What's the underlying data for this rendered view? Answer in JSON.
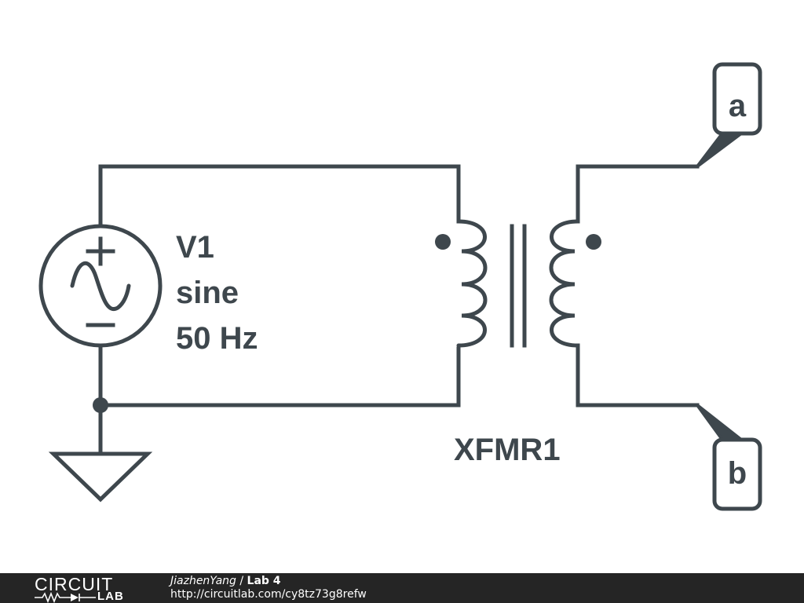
{
  "components": {
    "source": {
      "name": "V1",
      "type": "sine",
      "frequency": "50 Hz"
    },
    "transformer": {
      "name": "XFMR1"
    }
  },
  "ports": {
    "a": "a",
    "b": "b"
  },
  "footer": {
    "logo_top": "CIRCUIT",
    "logo_bottom": "LAB",
    "author": "JiazhenYang",
    "separator": " / ",
    "title": "Lab 4",
    "url": "http://circuitlab.com/cy8tz73g8refw"
  },
  "colors": {
    "stroke": "#3e474d",
    "footer_bg": "#252525",
    "footer_text": "#ffffff"
  }
}
